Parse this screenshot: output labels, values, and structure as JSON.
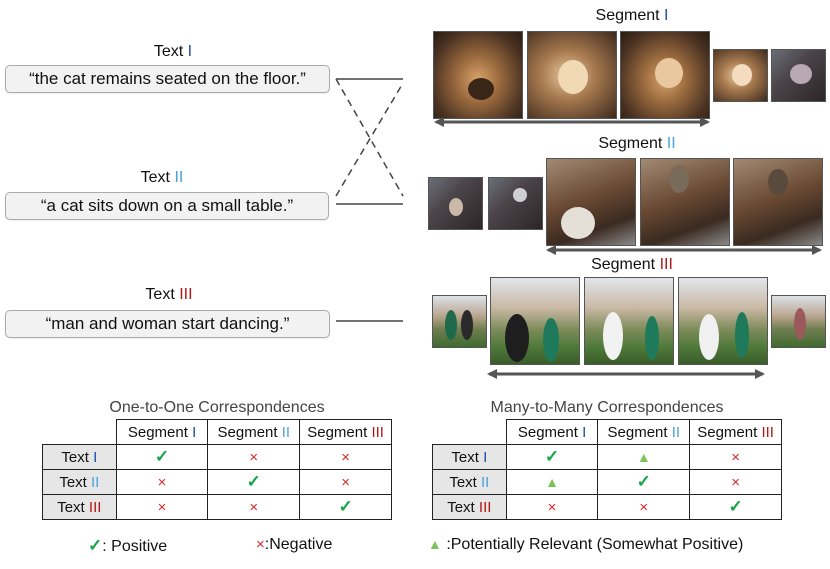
{
  "texts": [
    {
      "head_prefix": "Text ",
      "numeral": "I",
      "caption": "“the cat remains seated on the floor.”"
    },
    {
      "head_prefix": "Text ",
      "numeral": "II",
      "caption": "“a cat sits down on a small table.”"
    },
    {
      "head_prefix": "Text ",
      "numeral": "III",
      "caption": "“man and woman start dancing.”"
    }
  ],
  "segments": [
    {
      "prefix": "Segment ",
      "numeral": "I"
    },
    {
      "prefix": "Segment ",
      "numeral": "II"
    },
    {
      "prefix": "Segment ",
      "numeral": "III"
    }
  ],
  "numeral_colors": {
    "I": "#1f4fa8",
    "II": "#4aa3df",
    "III": "#b01818"
  },
  "symbols": {
    "positive": "✓",
    "negative": "×",
    "relevant": "▲"
  },
  "tables": [
    {
      "title": "One-to-One Correspondences",
      "col_headers": [
        {
          "prefix": "Segment ",
          "numeral": "I"
        },
        {
          "prefix": "Segment ",
          "numeral": "II"
        },
        {
          "prefix": "Segment ",
          "numeral": "III"
        }
      ],
      "row_headers": [
        {
          "prefix": "Text ",
          "numeral": "I"
        },
        {
          "prefix": "Text ",
          "numeral": "II"
        },
        {
          "prefix": "Text ",
          "numeral": "III"
        }
      ],
      "cells": [
        [
          "positive",
          "negative",
          "negative"
        ],
        [
          "negative",
          "positive",
          "negative"
        ],
        [
          "negative",
          "negative",
          "positive"
        ]
      ]
    },
    {
      "title": "Many-to-Many Correspondences",
      "col_headers": [
        {
          "prefix": "Segment ",
          "numeral": "I"
        },
        {
          "prefix": "Segment ",
          "numeral": "II"
        },
        {
          "prefix": "Segment ",
          "numeral": "III"
        }
      ],
      "row_headers": [
        {
          "prefix": "Text ",
          "numeral": "I"
        },
        {
          "prefix": "Text ",
          "numeral": "II"
        },
        {
          "prefix": "Text ",
          "numeral": "III"
        }
      ],
      "cells": [
        [
          "positive",
          "relevant",
          "negative"
        ],
        [
          "relevant",
          "positive",
          "negative"
        ],
        [
          "negative",
          "negative",
          "positive"
        ]
      ]
    }
  ],
  "legend": {
    "positive_label": ": Positive",
    "negative_label": ":Negative",
    "relevant_label": ":Potentially Relevant (Somewhat Positive)"
  }
}
